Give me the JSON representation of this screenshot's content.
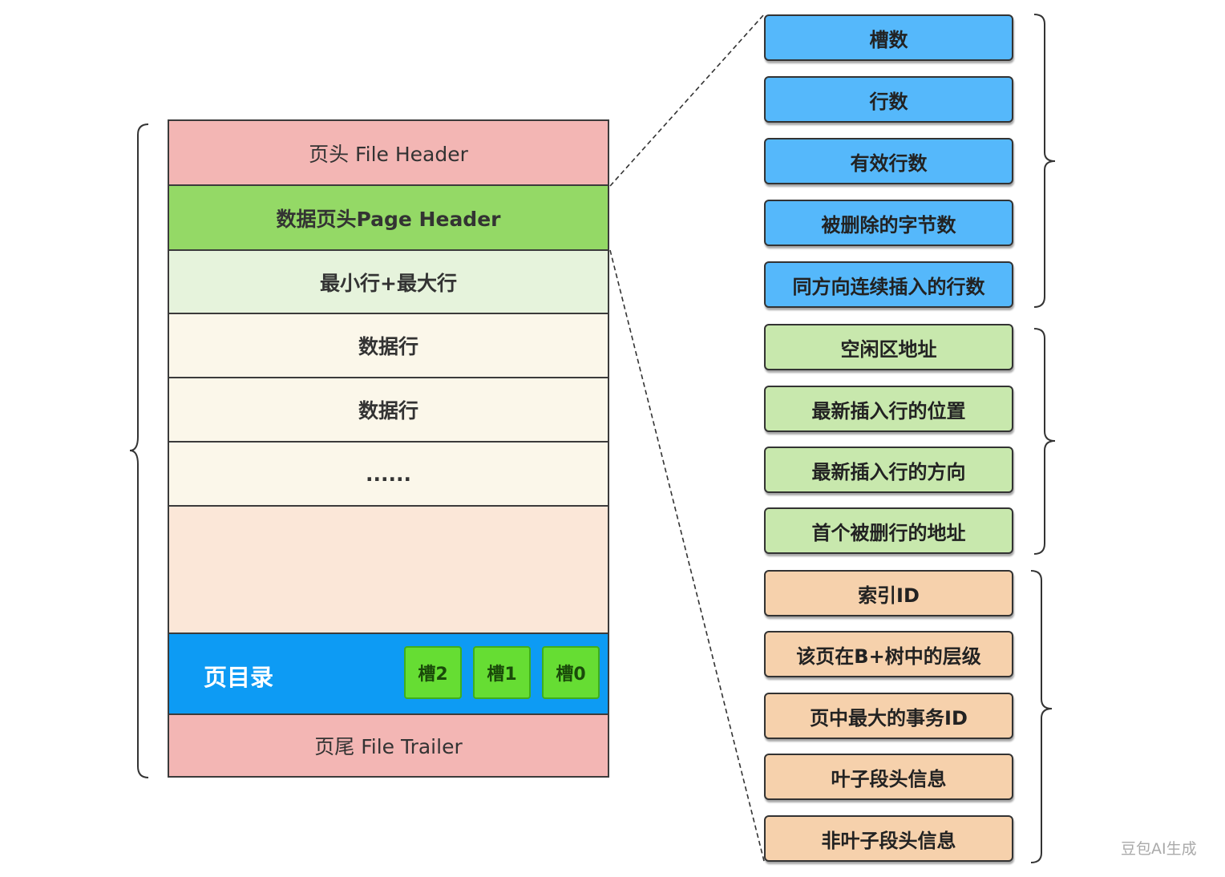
{
  "page_blocks": {
    "file_header": "页头 File Header",
    "page_header": "数据页头Page Header",
    "infimum_supremum": "最小行+最大行",
    "row1": "数据行",
    "row2": "数据行",
    "ellipsis": "......",
    "free_space": "",
    "directory_label": "页目录",
    "slots": [
      "槽2",
      "槽1",
      "槽0"
    ],
    "file_trailer": "页尾 File Trailer"
  },
  "header_fields": {
    "blue": [
      "槽数",
      "行数",
      "有效行数",
      "被删除的字节数",
      "同方向连续插入的行数"
    ],
    "green": [
      "空闲区地址",
      "最新插入行的位置",
      "最新插入行的方向",
      "首个被删行的地址"
    ],
    "orange": [
      "索引ID",
      "该页在B+树中的层级",
      "页中最大的事务ID",
      "叶子段头信息",
      "非叶子段头信息"
    ]
  },
  "colors": {
    "file_header": "#f3b6b4",
    "page_header": "#94d966",
    "infimum_supremum": "#e6f3dc",
    "data_rows": "#fbf7ea",
    "free_space": "#fbe7d8",
    "directory": "#0d9bf4",
    "slot": "#66dd33",
    "blue_field": "#55b8fb",
    "green_field": "#c8e8ad",
    "orange_field": "#f6d1ac"
  },
  "watermark": "豆包AI生成"
}
